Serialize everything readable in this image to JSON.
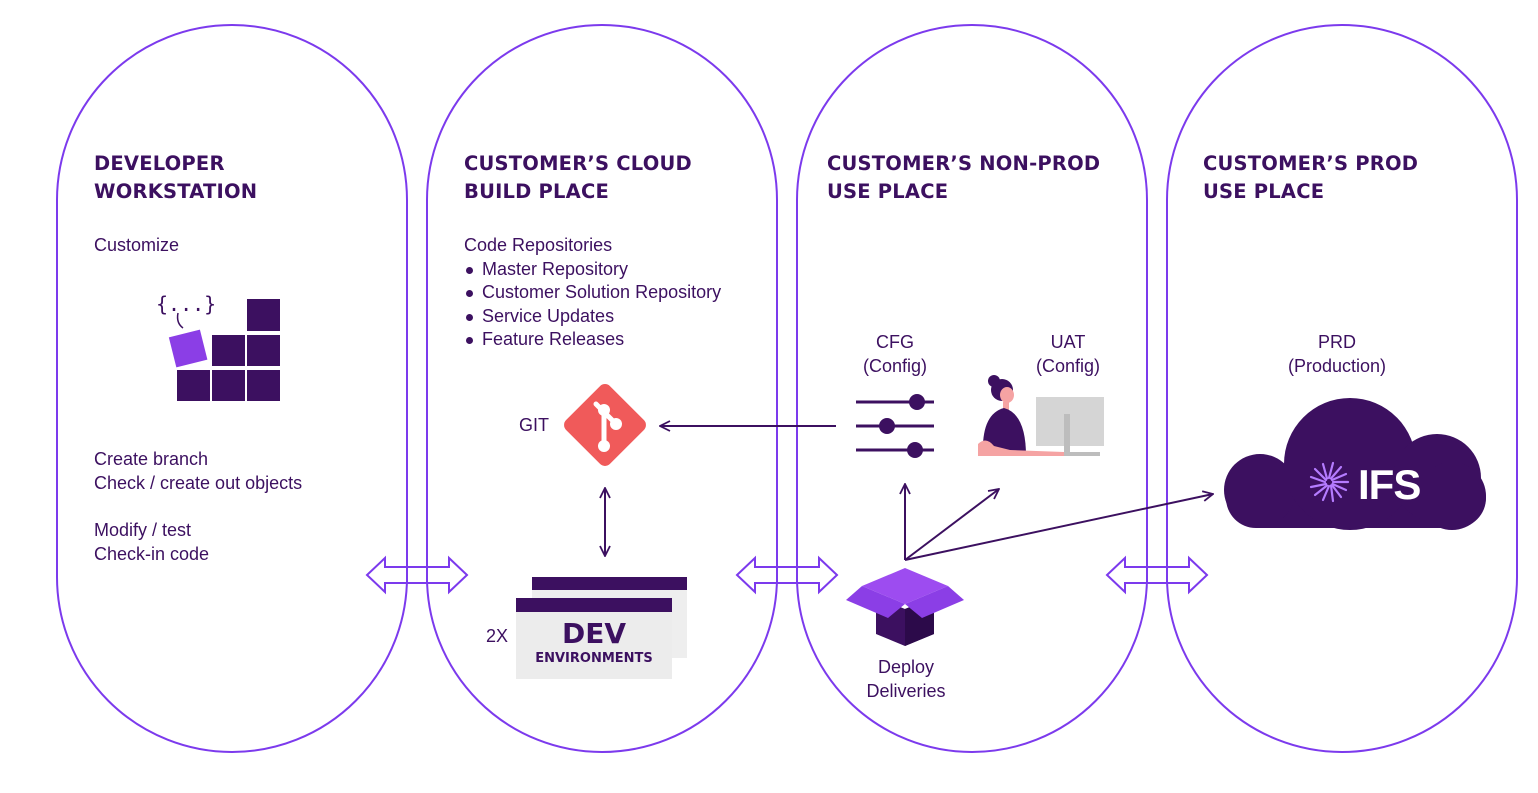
{
  "columns": [
    {
      "title_line1": "DEVELOPER",
      "title_line2": "WORKSTATION",
      "section1": "Customize",
      "section2_lines": [
        "Create branch",
        "Check / create out objects"
      ],
      "section3_lines": [
        "Modify / test",
        "Check-in code"
      ],
      "icon_glyph": "{...}"
    },
    {
      "title_line1": "CUSTOMER’S CLOUD",
      "title_line2": "BUILD PLACE",
      "list_title": "Code Repositories",
      "list_items": [
        "Master Repository",
        "Customer Solution Repository",
        "Service Updates",
        "Feature Releases"
      ],
      "git_label": "GIT",
      "dev_multiplier": "2X",
      "dev_title": "DEV",
      "dev_subtitle": "ENVIRONMENTS"
    },
    {
      "title_line1": "CUSTOMER’S NON-PROD",
      "title_line2": "USE PLACE",
      "cfg_label_line1": "CFG",
      "cfg_label_line2": "(Config)",
      "uat_label_line1": "UAT",
      "uat_label_line2": "(Config)",
      "deploy_line1": "Deploy",
      "deploy_line2": "Deliveries"
    },
    {
      "title_line1": "CUSTOMER’S PROD",
      "title_line2": "USE PLACE",
      "prd_line1": "PRD",
      "prd_line2": "(Production)",
      "logo_text": "IFS"
    }
  ],
  "colors": {
    "outline": "#7c3aed",
    "dark_purple": "#3c1060",
    "accent_purple": "#8b3ee6",
    "git_red": "#f05a5a",
    "text": "#3c1060"
  }
}
